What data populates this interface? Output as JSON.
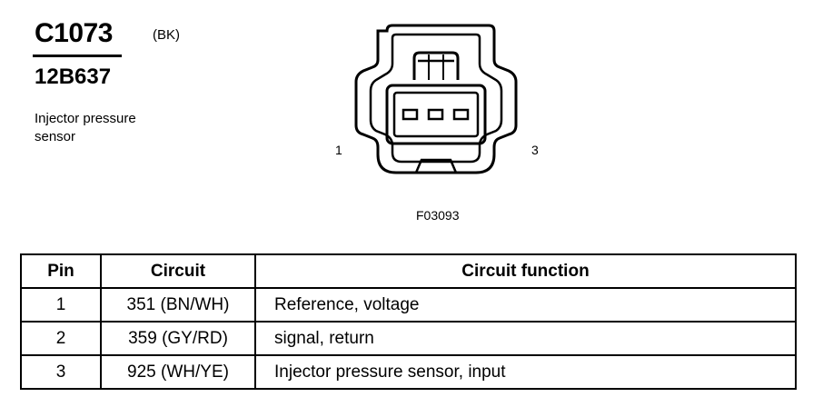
{
  "header": {
    "connector_id": "C1073",
    "color_code": "(BK)",
    "part_number": "12B637",
    "description_lines": [
      "Injector pressure",
      "sensor"
    ]
  },
  "diagram": {
    "pin_left_label": "1",
    "pin_right_label": "3",
    "figure_id": "F03093"
  },
  "table": {
    "headers": {
      "pin": "Pin",
      "circuit": "Circuit",
      "function": "Circuit function"
    },
    "rows": [
      {
        "pin": "1",
        "circuit": "351 (BN/WH)",
        "function": "Reference, voltage"
      },
      {
        "pin": "2",
        "circuit": "359 (GY/RD)",
        "function": "signal, return"
      },
      {
        "pin": "3",
        "circuit": "925 (WH/YE)",
        "function": "Injector pressure sensor, input"
      }
    ]
  }
}
